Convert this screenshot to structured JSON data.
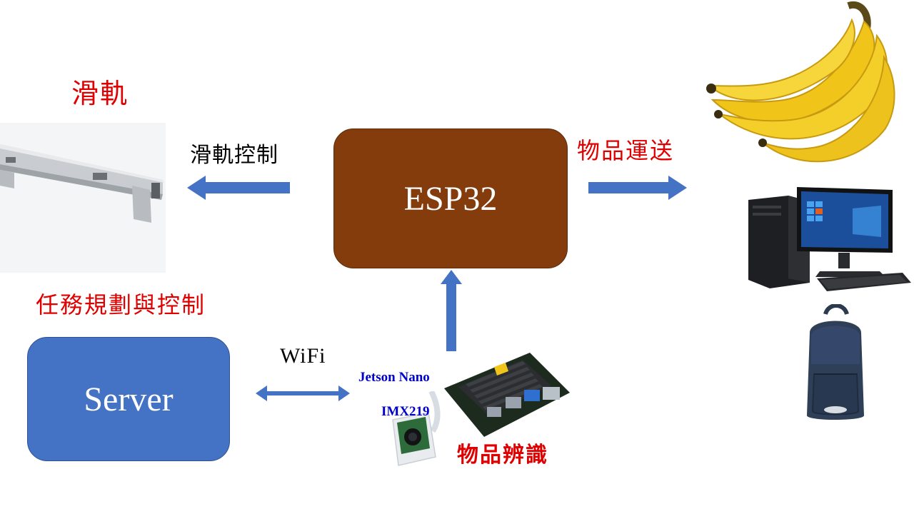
{
  "colors": {
    "esp32_fill": "#843C0C",
    "server_fill": "#4472C4",
    "arrow": "#4472C4",
    "red_text": "#E00000",
    "jetson_text": "#0000CC"
  },
  "labels": {
    "rail_title": "滑軌",
    "rail_control": "滑軌控制",
    "item_transport": "物品運送",
    "task_planning": "任務規劃與控制",
    "wifi": "WiFi",
    "jetson_nano": "Jetson Nano",
    "imx219": "IMX219",
    "item_recognition": "物品辨識"
  },
  "nodes": {
    "esp32": "ESP32",
    "server": "Server"
  },
  "icons": [
    "slide-rail-image",
    "banana-image",
    "desktop-computer-image",
    "backpack-image",
    "jetson-nano-board-image",
    "camera-module-image"
  ]
}
